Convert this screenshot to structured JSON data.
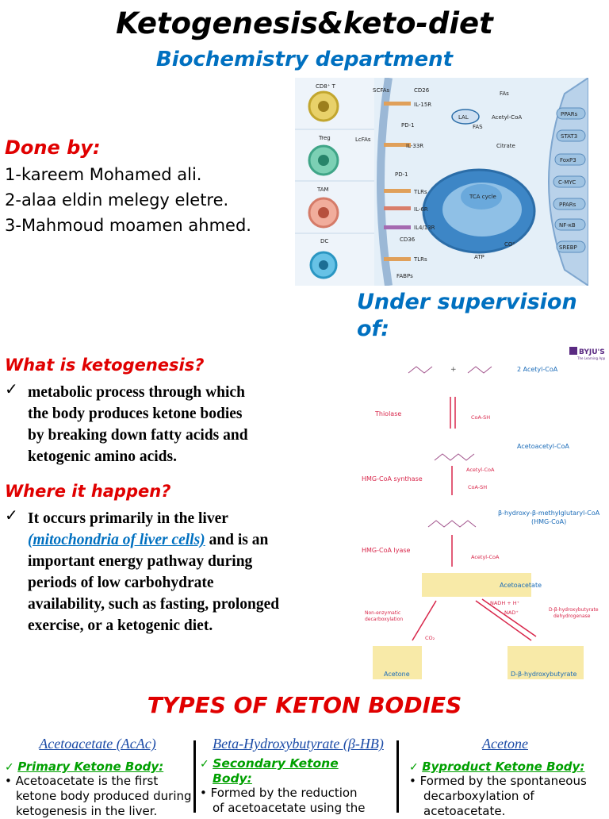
{
  "title": "Ketogenesis&keto-diet",
  "subtitle": "Biochemistry department",
  "done_by": {
    "label": "Done by:",
    "members": [
      "1-kareem Mohamed ali.",
      "2-alaa eldin melegy eletre.",
      "3-Mahmoud moamen ahmed."
    ]
  },
  "supervision": "Under supervision of:",
  "cell_figure": {
    "cells": [
      "CD8⁺ T",
      "Treg",
      "TAM",
      "DC"
    ],
    "receptors": [
      "CD26",
      "IL-15R",
      "PD-1",
      "IL-33R",
      "PD-1",
      "TLRs",
      "IL-6R",
      "IL4/13R",
      "CD36",
      "TLRs",
      "FABPs"
    ],
    "ligands": [
      "SCFAs",
      "LcFAs"
    ],
    "organelle": [
      "LAL",
      "FAS",
      "FAs",
      "Acetyl-CoA",
      "Citrate",
      "TCA cycle",
      "CO²",
      "ATP"
    ],
    "factors": [
      "PPARs",
      "STAT3",
      "FoxP3",
      "C-MYC",
      "PPARs",
      "NF-κB",
      "SREBP"
    ]
  },
  "pathway": {
    "brand": "BYJU'S",
    "brand_tag": "The Learning App",
    "metabolites": [
      "2 Acetyl-CoA",
      "Acetoacetyl-CoA",
      "β-hydroxy-β-methylglutaryl-CoA",
      "(HMG-CoA)",
      "Acetoacetate",
      "Acetone",
      "D-β-hydroxybutyrate"
    ],
    "enzymes": [
      "Thiolase",
      "HMG-CoA synthase",
      "HMG-CoA lyase",
      "Non-enzymatic",
      "decarboxylation",
      "D-β-hydroxybutyrate",
      "dehydrogenase"
    ],
    "side_products": [
      "CoA-SH",
      "Acetyl-CoA",
      "CoA-SH",
      "Acetyl-CoA",
      "NADH + H⁺",
      "NAD⁺",
      "CO₂"
    ]
  },
  "what": {
    "question": "What is ketogenesis?",
    "lines": [
      "metabolic process through which",
      "the body produces ketone bodies",
      "by breaking down fatty acids and",
      "ketogenic amino acids."
    ]
  },
  "where": {
    "question": "Where it happen?",
    "line1": "It occurs primarily in the liver",
    "link": "(mitochondria of liver cells)",
    "line2_rest": " and is an",
    "lines": [
      "important energy pathway during",
      "periods of low carbohydrate",
      "availability, such as fasting, prolonged",
      "exercise, or a ketogenic diet."
    ]
  },
  "types_title": "TYPES OF KETON BODIES",
  "columns": [
    {
      "head": "Acetoacetate (AcAc)",
      "sub": "Primary Ketone Body:",
      "lines": [
        "Acetoacetate is the first",
        "ketone body produced during",
        "ketogenesis in the liver."
      ]
    },
    {
      "head": "Beta-Hydroxybutyrate (β-HB)",
      "sub": "Secondary Ketone",
      "sub2": "Body:",
      "lines": [
        "Formed by the reduction",
        "of acetoacetate using the"
      ]
    },
    {
      "head": "Acetone",
      "sub": "Byproduct Ketone Body:",
      "lines": [
        "Formed by the spontaneous",
        "decarboxylation of",
        "acetoacetate."
      ]
    }
  ]
}
